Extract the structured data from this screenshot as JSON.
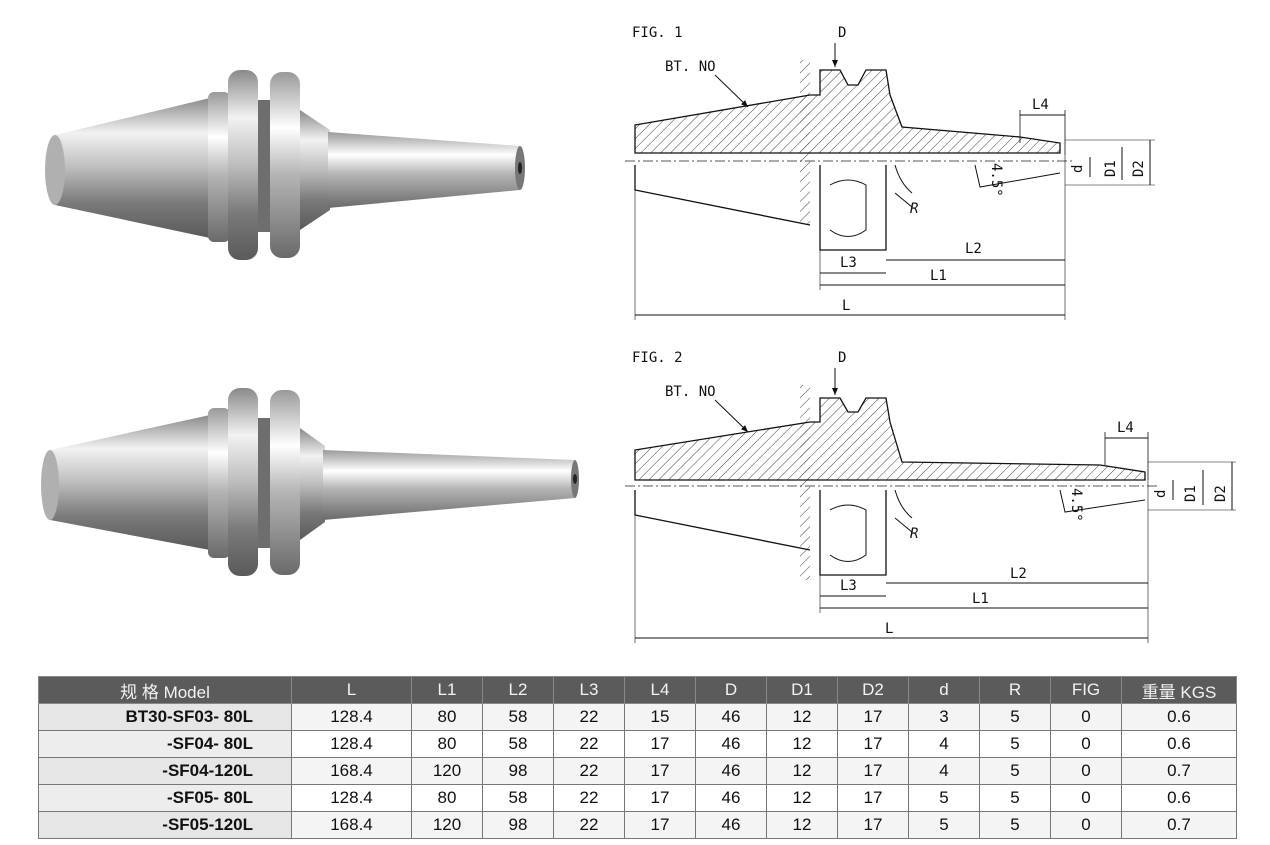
{
  "fig1": {
    "title": "FIG. 1",
    "labels": {
      "bt": "BT. NO",
      "D": "D",
      "L4": "L4",
      "d": "d",
      "D1": "D1",
      "D2": "D2",
      "angle": "4.5°",
      "R": "R",
      "L2": "L2",
      "L3": "L3",
      "L1": "L1",
      "L": "L"
    }
  },
  "fig2": {
    "title": "FIG. 2",
    "labels": {
      "bt": "BT. NO",
      "D": "D",
      "L4": "L4",
      "d": "d",
      "D1": "D1",
      "D2": "D2",
      "angle": "4.5°",
      "R": "R",
      "L2": "L2",
      "L3": "L3",
      "L1": "L1",
      "L": "L"
    }
  },
  "table": {
    "headers": [
      "规 格 Model",
      "L",
      "L1",
      "L2",
      "L3",
      "L4",
      "D",
      "D1",
      "D2",
      "d",
      "R",
      "FIG",
      "重量 KGS"
    ],
    "rows": [
      [
        "BT30-SF03- 80L",
        "128.4",
        "80",
        "58",
        "22",
        "15",
        "46",
        "12",
        "17",
        "3",
        "5",
        "0",
        "0.6"
      ],
      [
        "-SF04- 80L",
        "128.4",
        "80",
        "58",
        "22",
        "17",
        "46",
        "12",
        "17",
        "4",
        "5",
        "0",
        "0.6"
      ],
      [
        "-SF04-120L",
        "168.4",
        "120",
        "98",
        "22",
        "17",
        "46",
        "12",
        "17",
        "4",
        "5",
        "0",
        "0.7"
      ],
      [
        "-SF05- 80L",
        "128.4",
        "80",
        "58",
        "22",
        "17",
        "46",
        "12",
        "17",
        "5",
        "5",
        "0",
        "0.6"
      ],
      [
        "-SF05-120L",
        "168.4",
        "120",
        "98",
        "22",
        "17",
        "46",
        "12",
        "17",
        "5",
        "5",
        "0",
        "0.7"
      ]
    ]
  }
}
